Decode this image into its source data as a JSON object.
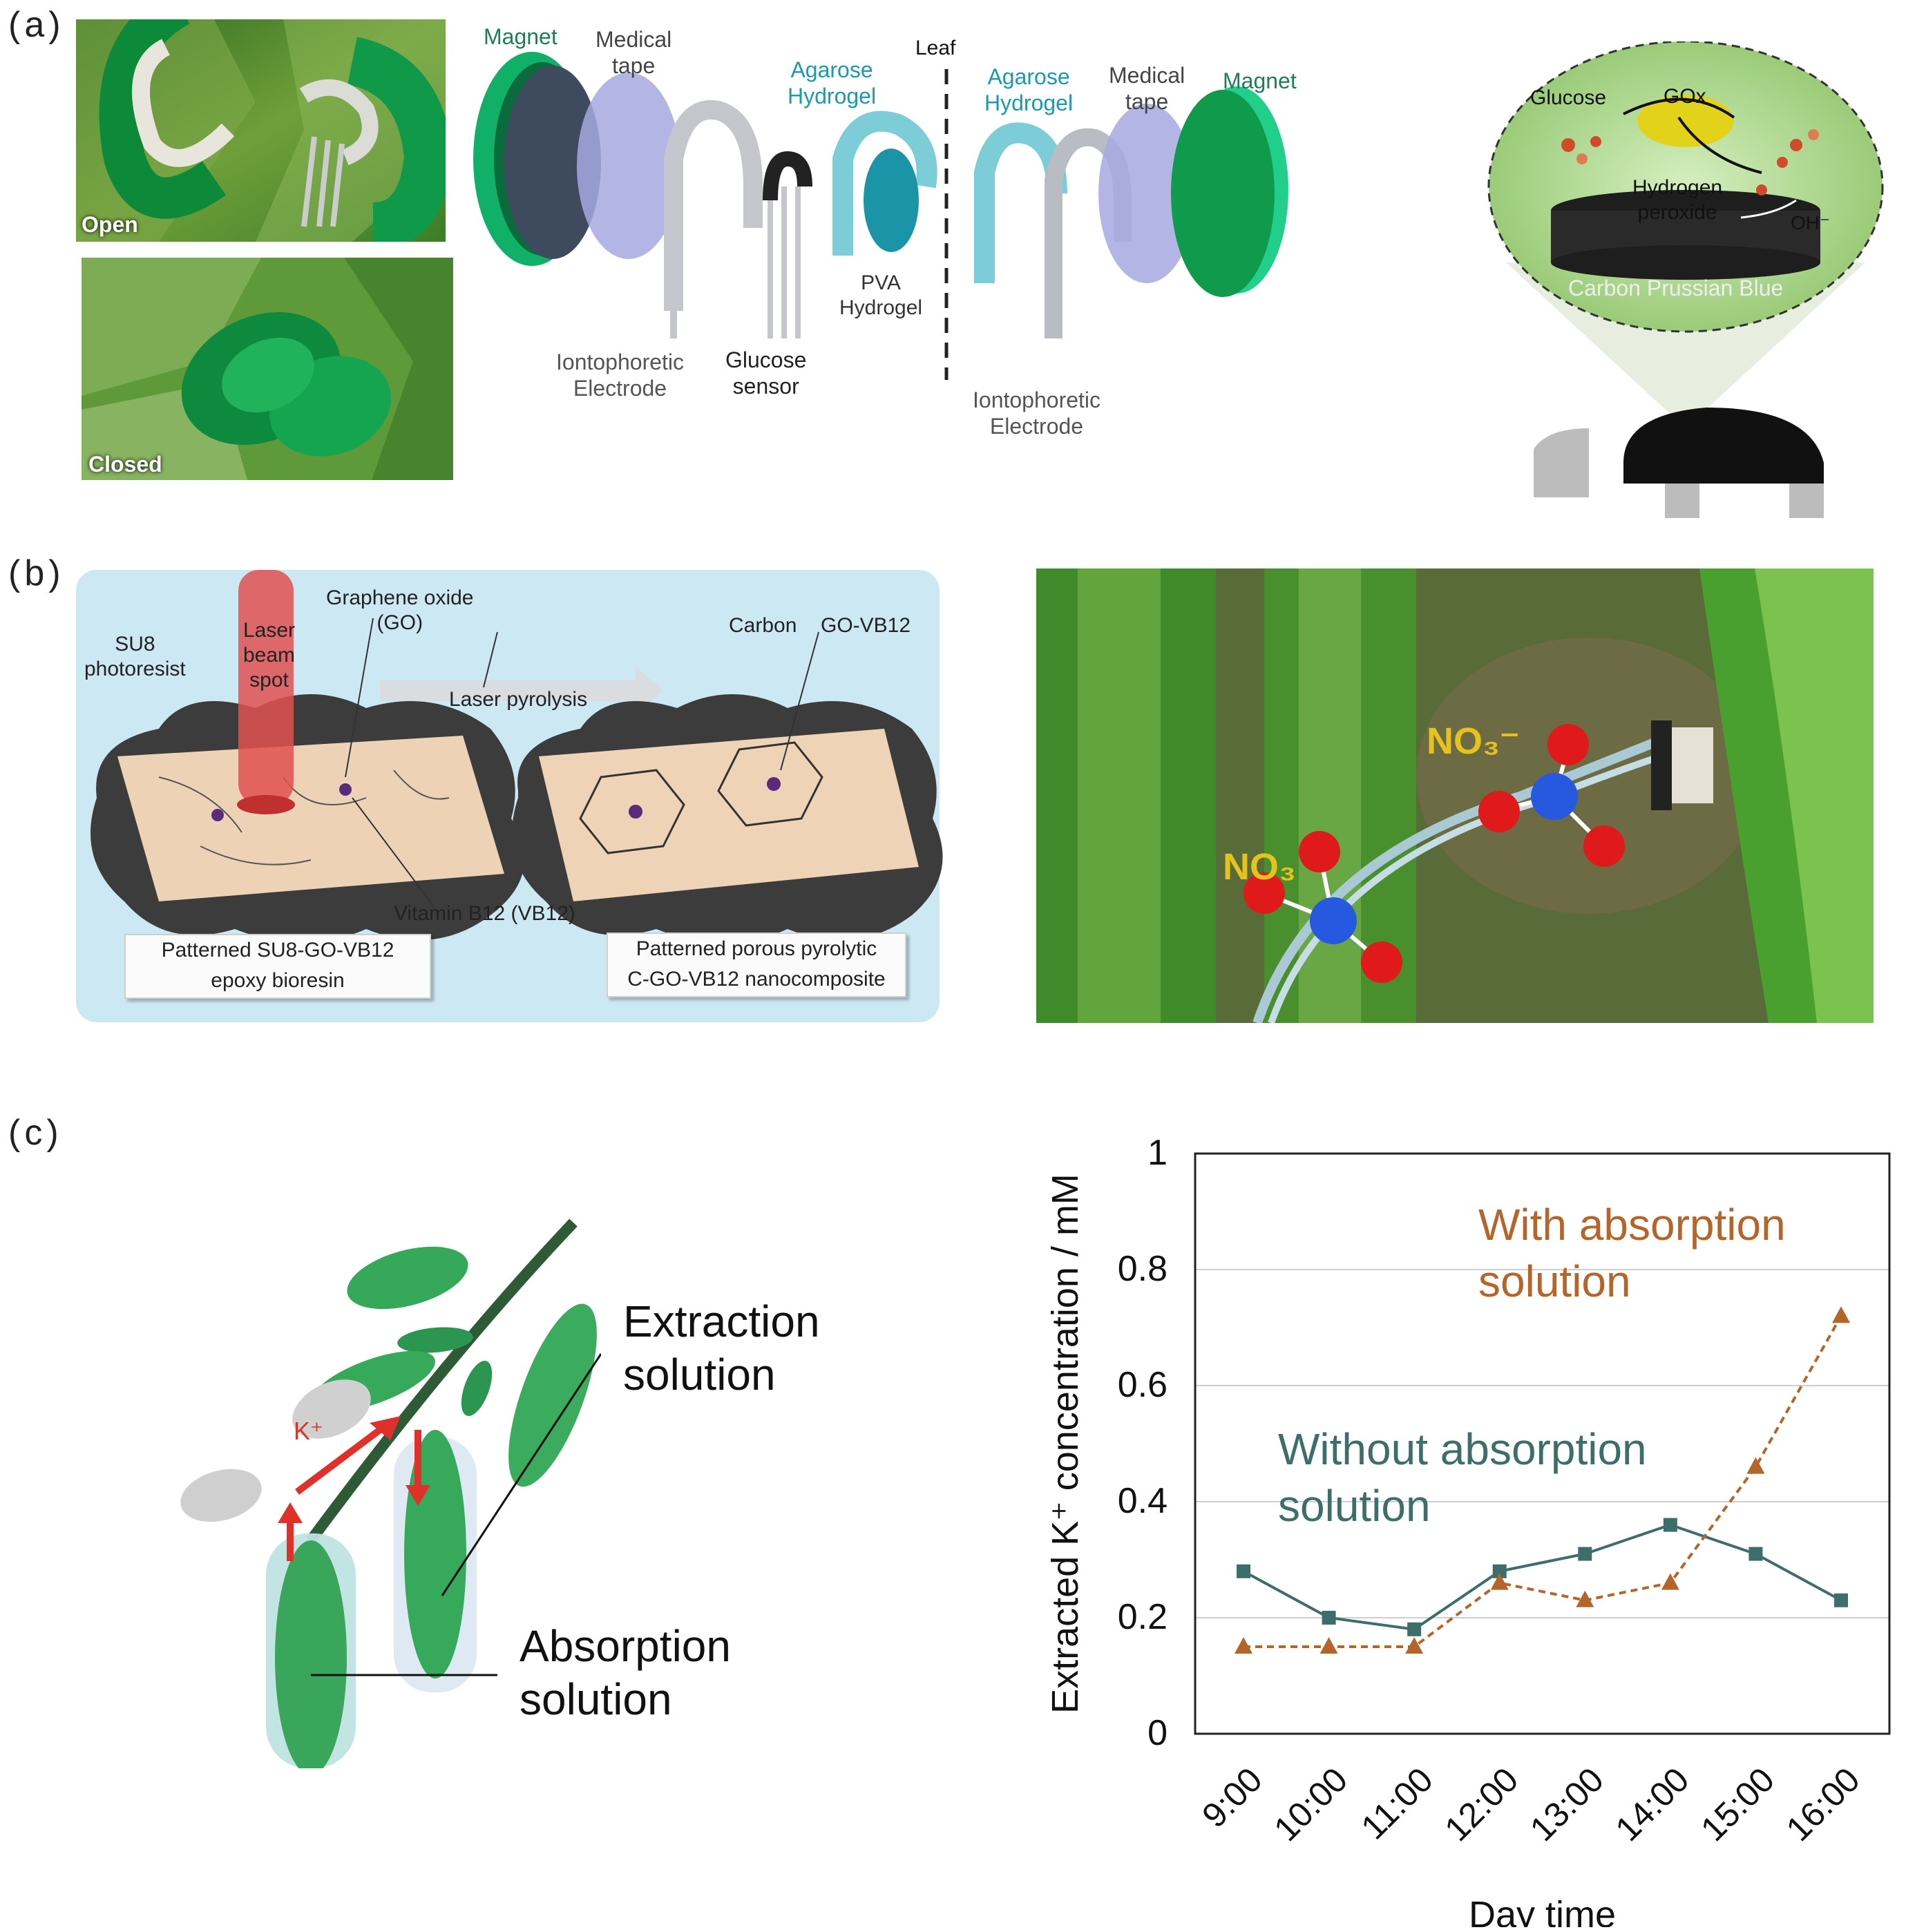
{
  "panels": {
    "a": "(a)",
    "b": "(b)",
    "c": "(c)"
  },
  "panel_a": {
    "photo_open": "Open",
    "photo_closed": "Closed",
    "magnet_left": "Magnet",
    "medical_tape_left": "Medical\ntape",
    "agarose_left": "Agarose\nHydrogel",
    "leaf": "Leaf",
    "pva": "PVA\nHydrogel",
    "iontophoretic_left": "Iontophoretic\nElectrode",
    "glucose_sensor": "Glucose\nsensor",
    "agarose_right": "Agarose\nHydrogel",
    "medical_tape_right": "Medical\ntape",
    "magnet_right": "Magnet",
    "iontophoretic_right": "Iontophoretic\nElectrode",
    "glucose": "Glucose",
    "gox": "GOx",
    "hydrogen_peroxide": "Hydrogen\nperoxide",
    "oh": "OH⁻",
    "carbon_pb": "Carbon Prussian Blue"
  },
  "panel_b": {
    "graphene_oxide": "Graphene oxide\n(GO)",
    "su8": "SU8\nphotoresist",
    "laser_beam": "Laser\nbeam\nspot",
    "laser_pyrolysis": "Laser pyrolysis",
    "carbon": "Carbon",
    "go_vb12": "GO-VB12",
    "vitamin_b12": "Vitamin B12 (VB12)",
    "box_left": "Patterned SU8-GO-VB12\nepoxy bioresin",
    "box_right": "Patterned porous pyrolytic\nC-GO-VB12 nanocomposite",
    "no3_right": "NO₃⁻",
    "no3_left": "NO₃"
  },
  "panel_c": {
    "extraction": "Extraction\nsolution",
    "absorption": "Absorption\nsolution",
    "k_plus": "K⁺"
  },
  "chart_data": {
    "type": "line",
    "xlabel": "Day time",
    "ylabel": "Extracted K⁺ concentration  / mM",
    "categories": [
      "9:00",
      "10:00",
      "11:00",
      "12:00",
      "13:00",
      "14:00",
      "15:00",
      "16:00"
    ],
    "ylim": [
      0,
      1
    ],
    "yticks": [
      "0",
      "0.2",
      "0.4",
      "0.6",
      "0.8",
      "1"
    ],
    "grid": true,
    "series": [
      {
        "name": "Without absorption\nsolution",
        "color": "#3e6e6a",
        "marker": "square",
        "dash": false,
        "values": [
          0.28,
          0.2,
          0.18,
          0.28,
          0.31,
          0.36,
          0.31,
          0.23
        ]
      },
      {
        "name": "With absorption\nsolution",
        "color": "#b5652a",
        "marker": "triangle",
        "dash": true,
        "values": [
          0.15,
          0.15,
          0.15,
          0.26,
          0.23,
          0.26,
          0.46,
          0.72
        ]
      }
    ]
  }
}
